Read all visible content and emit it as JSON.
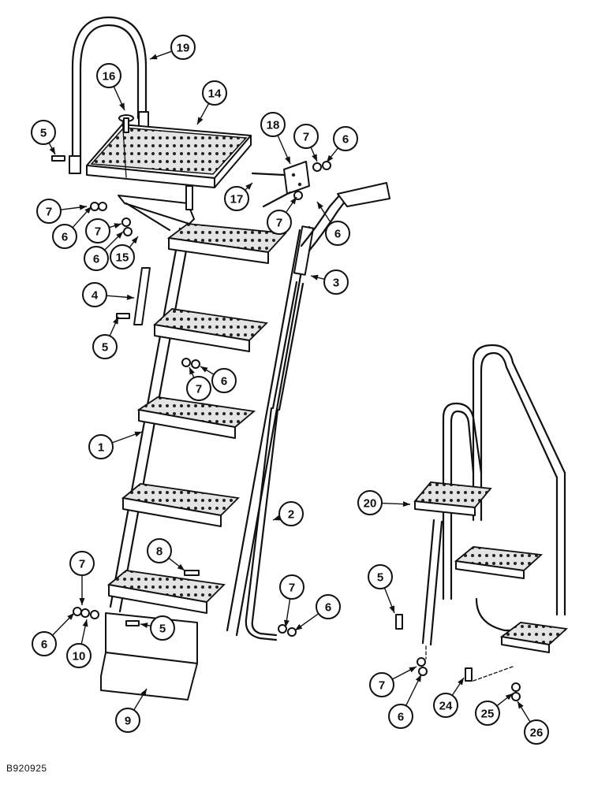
{
  "figure_id": "B920925",
  "callouts": [
    "19",
    "16",
    "14",
    "5",
    "18",
    "7",
    "6",
    "17",
    "7",
    "6",
    "7",
    "6",
    "7",
    "6",
    "15",
    "4",
    "3",
    "5",
    "6",
    "7",
    "1",
    "20",
    "2",
    "8",
    "7",
    "7",
    "6",
    "6",
    "10",
    "5",
    "5",
    "9",
    "7",
    "6",
    "24",
    "25",
    "26"
  ]
}
